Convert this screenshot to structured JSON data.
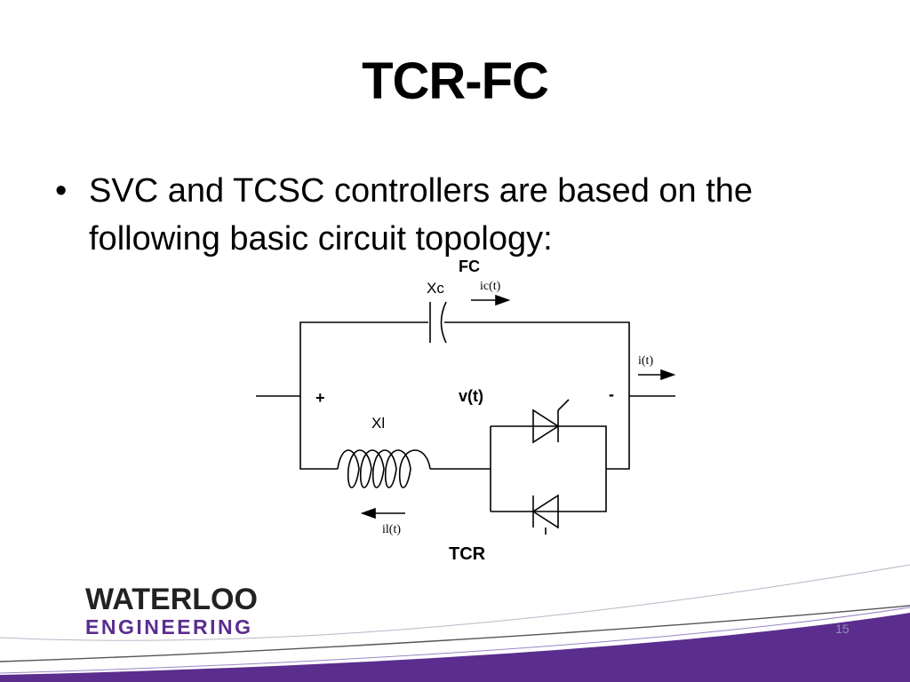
{
  "slide": {
    "title": "TCR-FC",
    "bullet": "SVC and TCSC controllers are based on the following basic circuit topology:",
    "page_number": "15"
  },
  "circuit": {
    "label_fc": "FC",
    "label_xc": "Xc",
    "label_ic": "ic(t)",
    "label_i": "i(t)",
    "label_plus": "+",
    "label_vt": "v(t)",
    "label_minus": "-",
    "label_xl": "Xl",
    "label_il": "il(t)",
    "label_tcr": "TCR"
  },
  "logo": {
    "line1": "WATERLOO",
    "line2": "ENGINEERING"
  },
  "colors": {
    "footer_purple": "#5b2d8e",
    "logo_purple": "#5b2d8e"
  }
}
